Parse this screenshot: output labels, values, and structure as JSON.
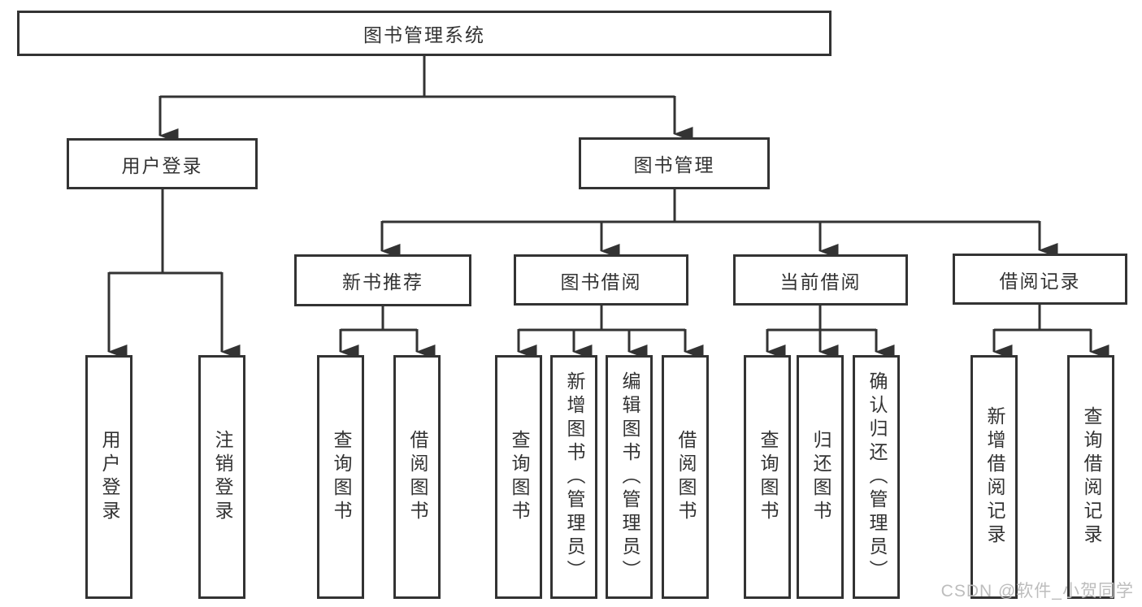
{
  "tree": {
    "label": "图书管理系统",
    "children": [
      {
        "label": "用户登录",
        "children": [
          {
            "label": "用户登录"
          },
          {
            "label": "注销登录"
          }
        ]
      },
      {
        "label": "图书管理",
        "children": [
          {
            "label": "新书推荐",
            "children": [
              {
                "label": "查询图书"
              },
              {
                "label": "借阅图书"
              }
            ]
          },
          {
            "label": "图书借阅",
            "children": [
              {
                "label": "查询图书"
              },
              {
                "label": "新增图书（管理员）"
              },
              {
                "label": "编辑图书（管理员）"
              },
              {
                "label": "借阅图书"
              }
            ]
          },
          {
            "label": "当前借阅",
            "children": [
              {
                "label": "查询图书"
              },
              {
                "label": "归还图书"
              },
              {
                "label": "确认归还（管理员）"
              }
            ]
          },
          {
            "label": "借阅记录",
            "children": [
              {
                "label": "新增借阅记录"
              },
              {
                "label": "查询借阅记录"
              }
            ]
          }
        ]
      }
    ]
  },
  "watermark": "CSDN @软件_小贺同学",
  "colors": {
    "line": "#333333",
    "text": "#333333",
    "background": "#ffffff",
    "watermark": "#bdbdbd"
  }
}
